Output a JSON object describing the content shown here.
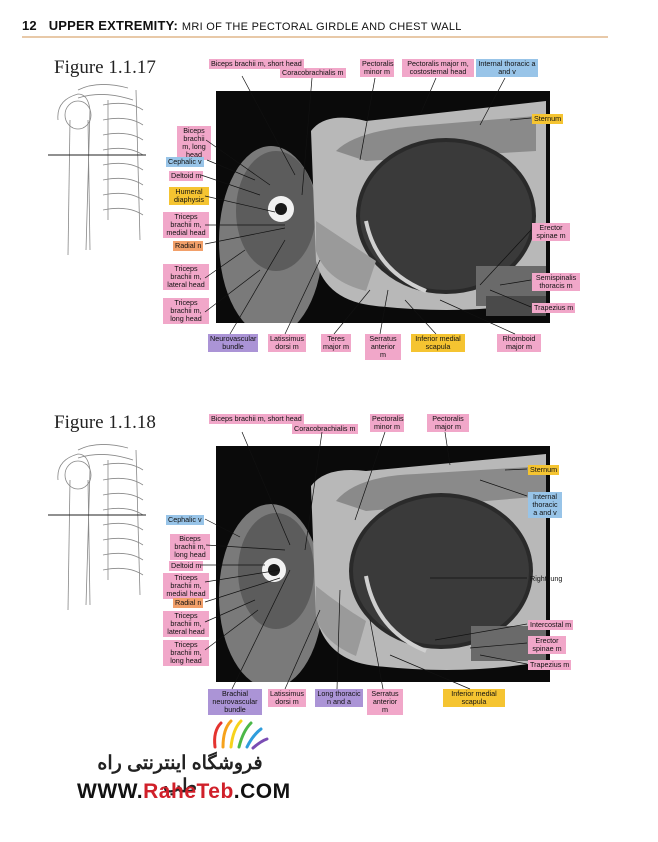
{
  "header": {
    "page_number": "12",
    "section": "UPPER EXTREMITY:",
    "subtitle": "MRI OF THE PECTORAL GIRDLE AND CHEST WALL"
  },
  "figures": [
    {
      "title": "Figure 1.1.17",
      "labels": {
        "biceps_short": "Biceps brachii m, short head",
        "coracobrachialis": "Coracobrachialis m",
        "pect_minor": "Pectoralis minor m",
        "pect_major": "Pectoralis major m, costosternal head",
        "internal_thoracic": "Internal thoracic a and v",
        "sternum": "Sternum",
        "biceps_long": "Biceps brachii m, long head",
        "cephalic": "Cephalic v",
        "deltoid": "Deltoid m",
        "humeral": "Humeral diaphysis",
        "triceps_medial": "Triceps brachii m, medial head",
        "radial": "Radial n",
        "triceps_lateral": "Triceps brachii m, lateral head",
        "triceps_long": "Triceps brachii m, long head",
        "erector": "Erector spinae m",
        "semispinalis": "Semispinalis thoracis m",
        "trapezius": "Trapezius m",
        "neurovascular": "Neurovascular bundle",
        "latissimus": "Latissimus dorsi m",
        "teres": "Teres major m",
        "serratus": "Serratus anterior m",
        "inferior_scapula": "Inferior medial scapula",
        "rhomboid": "Rhomboid major m"
      }
    },
    {
      "title": "Figure 1.1.18",
      "labels": {
        "biceps_short": "Biceps brachii m, short head",
        "coracobrachialis": "Coracobrachialis m",
        "pect_minor": "Pectoralis minor m",
        "pect_major": "Pectoralis major m",
        "sternum": "Sternum",
        "internal_thoracic": "Internal thoracic a and v",
        "cephalic": "Cephalic v",
        "biceps_long": "Biceps brachii m, long head",
        "deltoid": "Deltoid m",
        "triceps_medial": "Triceps brachii m, medial head",
        "radial": "Radial n",
        "triceps_lateral": "Triceps brachii m, lateral head",
        "triceps_long": "Triceps brachii m, long head",
        "right_lung": "Right lung",
        "intercostal": "Intercostal m",
        "erector": "Erector spinae m",
        "trapezius": "Trapezius m",
        "brachial": "Brachial neurovascular bundle",
        "latissimus": "Latissimus dorsi m",
        "long_thoracic": "Long thoracic n and a",
        "serratus": "Serratus anterior m",
        "inferior_scapula": "Inferior medial scapula"
      }
    }
  ],
  "watermark": {
    "persian": "فروشگاه اینترنتی راه طب",
    "www_prefix": "WWW.",
    "brand": "RaheTeb",
    "suffix": ".COM"
  },
  "colors": {
    "pink": "#f1a7c9",
    "blue": "#98c4e8",
    "yellow": "#f5c431",
    "orange": "#f2a06a",
    "purple": "#ab94d6",
    "header_rule": "#e8c9a8"
  }
}
